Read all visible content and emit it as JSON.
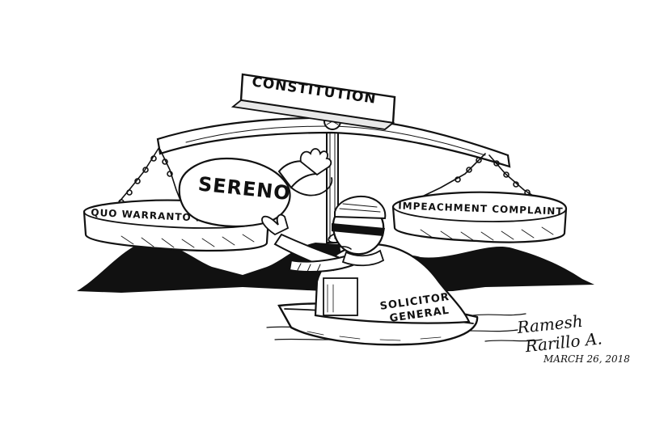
{
  "cartoon": {
    "sign_constitution": "CONSTITUTION",
    "left_pan_label": "QUO WARRANTO PETITION",
    "right_pan_label": "IMPEACHMENT COMPLAINT",
    "sack_label": "SERENO",
    "figure_label_line1": "SOLICITOR",
    "figure_label_line2": "GENERAL",
    "signature_line1": "Ramesh",
    "signature_line2": "Rarillo A.",
    "signature_date": "MARCH 26, 2018"
  },
  "colors": {
    "ink": "#111111",
    "paper": "#ffffff"
  }
}
